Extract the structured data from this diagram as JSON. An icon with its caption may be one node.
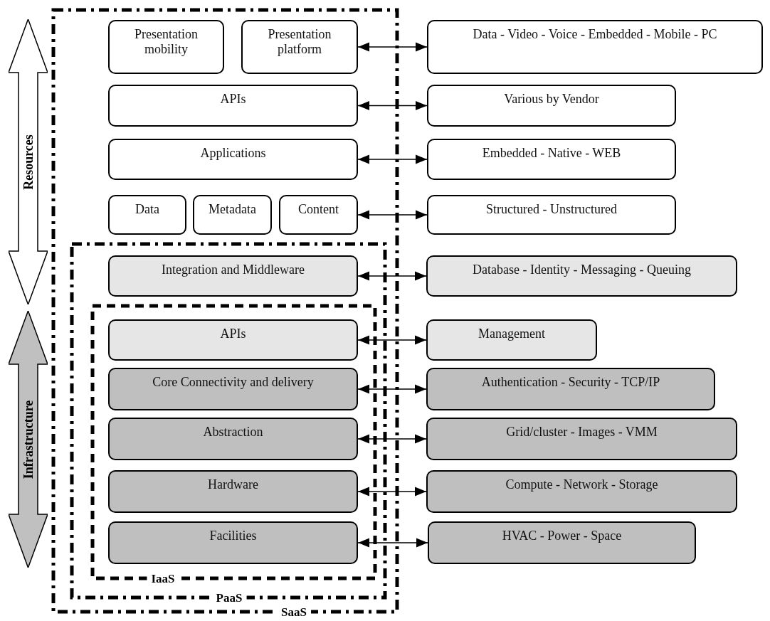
{
  "diagram": {
    "nodes": [
      {
        "text": [
          "Resources"
        ]
      },
      {
        "text": [
          "Infrastructure"
        ]
      },
      {
        "text": [
          "SaaS"
        ]
      },
      {
        "text": [
          "PaaS"
        ],
        "in": 2
      },
      {
        "text": [
          "IaaS"
        ],
        "in": 3
      },
      {
        "text": [
          "Presentation mobility"
        ],
        "in": 2
      },
      {
        "text": [
          "Presentation platform"
        ],
        "in": 2
      },
      {
        "text": [
          "Data - Video - Voice - Embedded - Mobile - PC"
        ]
      },
      {
        "text": [
          "APIs"
        ],
        "in": 2
      },
      {
        "text": [
          "Various by Vendor"
        ]
      },
      {
        "text": [
          "Applications"
        ],
        "in": 2
      },
      {
        "text": [
          "Embedded - Native - WEB"
        ]
      },
      {
        "text": [
          "Data"
        ],
        "in": 2
      },
      {
        "text": [
          "Metadata"
        ],
        "in": 2
      },
      {
        "text": [
          "Content"
        ],
        "in": 2
      },
      {
        "text": [
          "Structured - Unstructured"
        ]
      },
      {
        "text": [
          "Integration and Middleware"
        ],
        "in": 3
      },
      {
        "text": [
          "Database - Identity - Messaging - Queuing"
        ]
      },
      {
        "text": [
          "APIs"
        ],
        "in": 4
      },
      {
        "text": [
          "Management"
        ]
      },
      {
        "text": [
          "Core Connectivity and delivery"
        ],
        "in": 4
      },
      {
        "text": [
          "Authentication - Security - TCP/IP"
        ]
      },
      {
        "text": [
          "Abstraction"
        ],
        "in": 4
      },
      {
        "text": [
          "Grid/cluster - Images - VMM"
        ]
      },
      {
        "text": [
          "Hardware"
        ],
        "in": 4
      },
      {
        "text": [
          "Compute - Network - Storage"
        ]
      },
      {
        "text": [
          "Facilities"
        ],
        "in": 4
      },
      {
        "text": [
          "HVAC - Power - Space"
        ]
      }
    ],
    "edges": [
      {
        "from": 6,
        "to": 7,
        "arrow": "both"
      },
      {
        "from": 8,
        "to": 9,
        "arrow": "both"
      },
      {
        "from": 10,
        "to": 11,
        "arrow": "both"
      },
      {
        "from": 14,
        "to": 15,
        "arrow": "both"
      },
      {
        "from": 16,
        "to": 17,
        "arrow": "both"
      },
      {
        "from": 18,
        "to": 19,
        "arrow": "both"
      },
      {
        "from": 20,
        "to": 21,
        "arrow": "both"
      },
      {
        "from": 22,
        "to": 23,
        "arrow": "both"
      },
      {
        "from": 24,
        "to": 25,
        "arrow": "both"
      },
      {
        "from": 26,
        "to": 27,
        "arrow": "both"
      }
    ]
  }
}
